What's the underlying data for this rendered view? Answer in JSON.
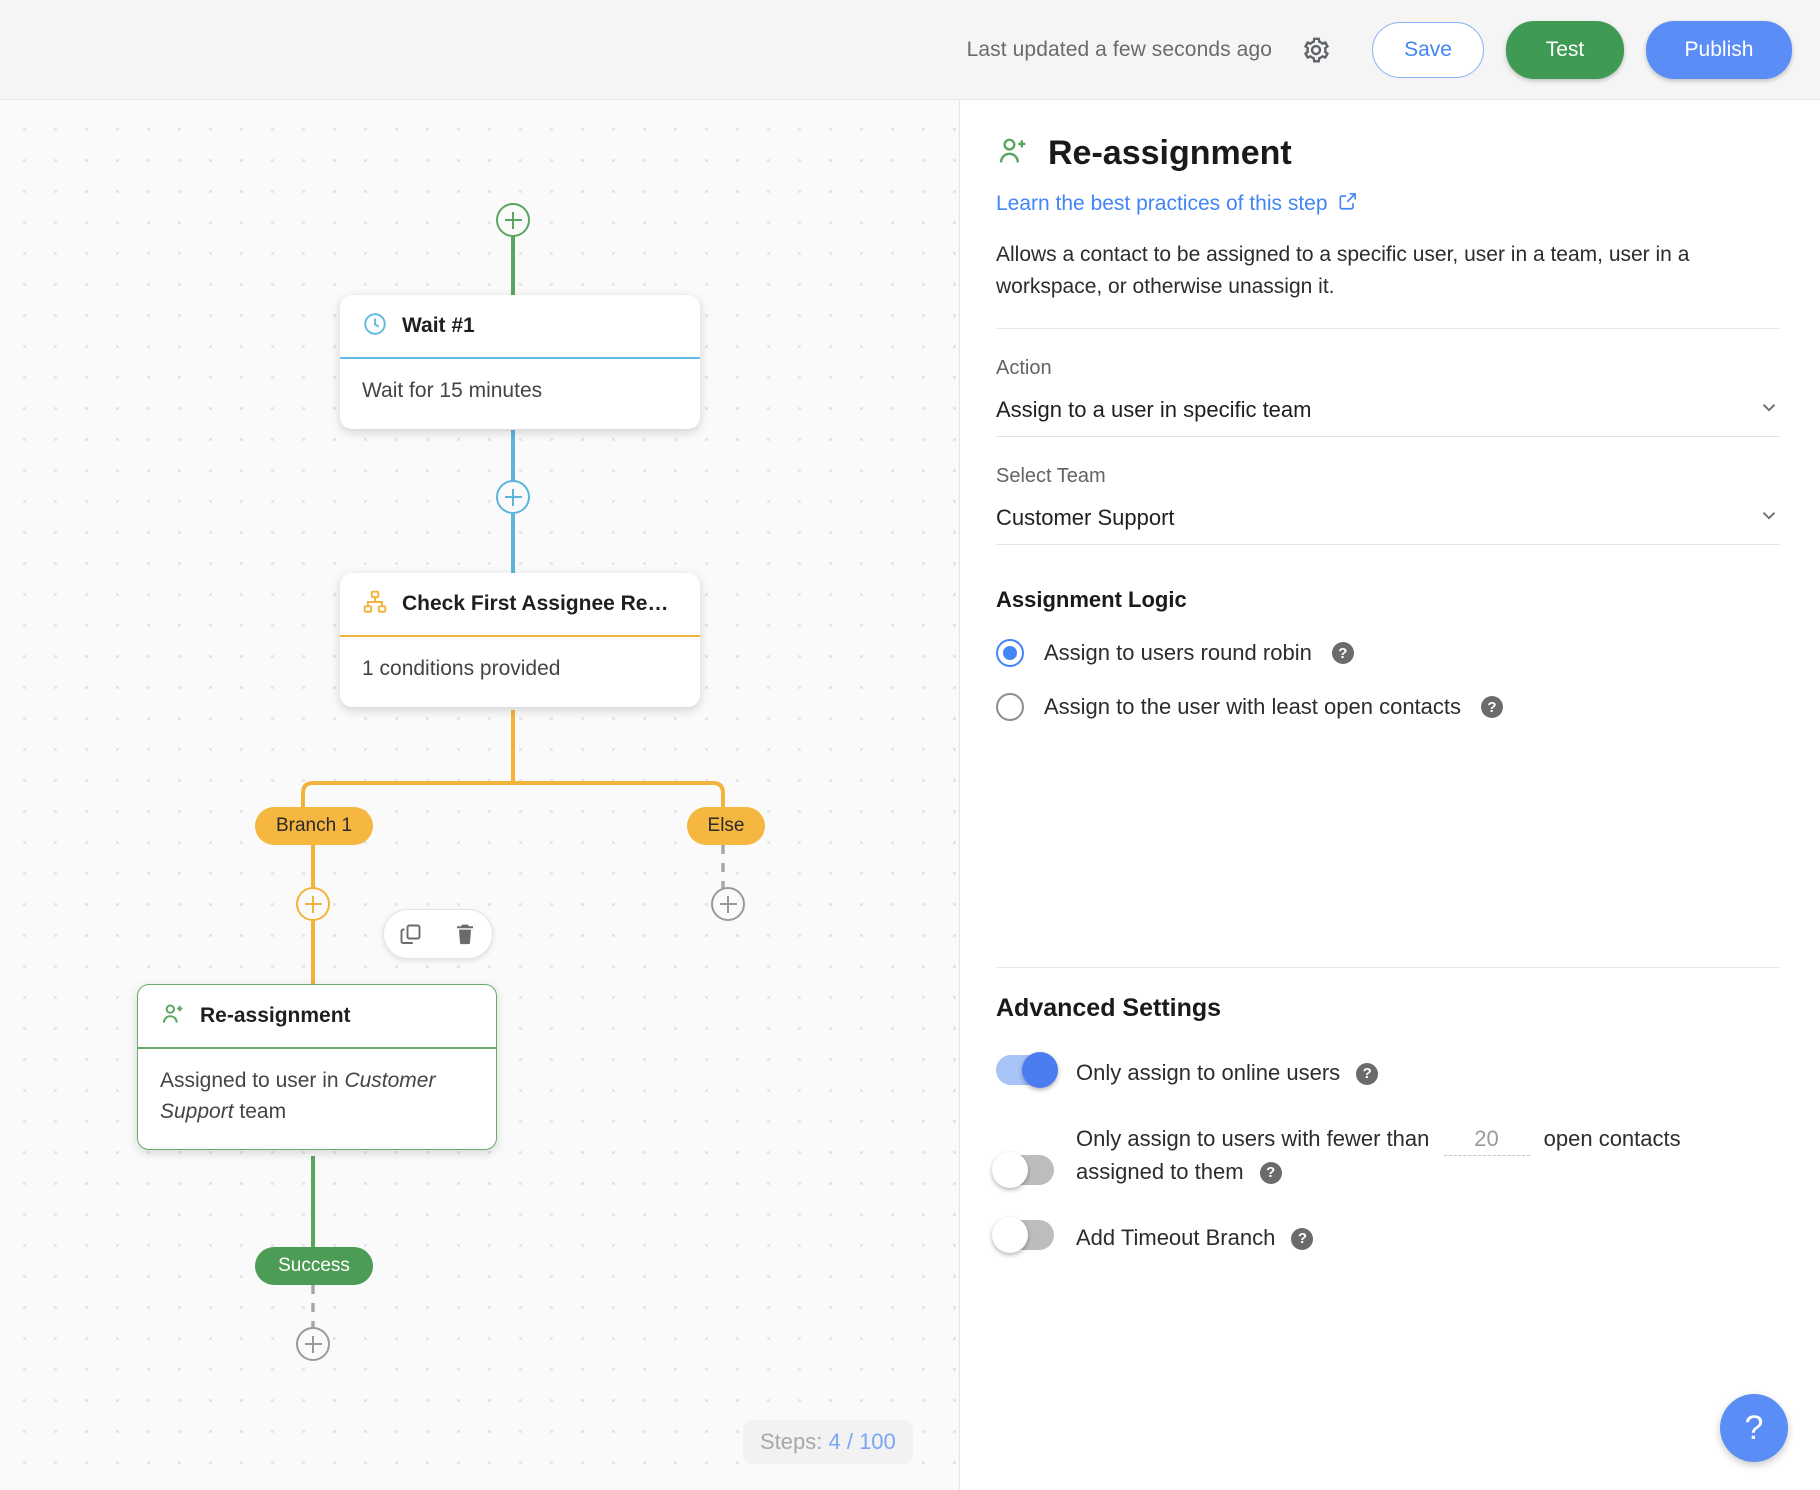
{
  "topbar": {
    "updated_text": "Last updated a few seconds ago",
    "gear_icon": "gear-icon",
    "save_label": "Save",
    "test_label": "Test",
    "publish_label": "Publish",
    "save_color": "#4285f4",
    "test_color": "#3f9a53",
    "publish_color": "#5b8df6"
  },
  "canvas": {
    "steps_label": "Steps:",
    "steps_value": "4 / 100",
    "nodes": [
      {
        "id": "wait",
        "icon": "clock-icon",
        "title": "Wait #1",
        "body": "Wait for 15 minutes",
        "accent": "#62bde0"
      },
      {
        "id": "branch",
        "icon": "hierarchy-icon",
        "title": "Check First Assignee Re…",
        "body": "1 conditions provided",
        "accent": "#f2b33d"
      },
      {
        "id": "reassign",
        "icon": "user-plus-icon",
        "title": "Re-assignment",
        "body_prefix": "Assigned to user in ",
        "body_em": "Customer Support",
        "body_suffix": " team",
        "accent": "#6aab6d"
      }
    ],
    "pills": [
      {
        "id": "branch1",
        "label": "Branch 1",
        "color": "#f5b73f"
      },
      {
        "id": "else",
        "label": "Else",
        "color": "#f5b73f"
      },
      {
        "id": "success",
        "label": "Success",
        "color": "#4d9c56"
      }
    ],
    "toolbar": {
      "copy_icon": "copy-icon",
      "delete_icon": "trash-icon"
    }
  },
  "panel": {
    "icon": "user-plus-icon",
    "title": "Re-assignment",
    "link_text": "Learn the best practices of this step",
    "link_icon": "external-link-icon",
    "description": "Allows a contact to be assigned to a specific user, user in a team, user in a workspace, or otherwise unassign it.",
    "action": {
      "label": "Action",
      "value": "Assign to a user in specific team"
    },
    "team": {
      "label": "Select Team",
      "value": "Customer Support"
    },
    "assignment_logic": {
      "label": "Assignment Logic",
      "options": [
        {
          "label": "Assign to users round robin",
          "checked": true
        },
        {
          "label": "Assign to the user with least open contacts",
          "checked": false
        }
      ]
    },
    "advanced": {
      "title": "Advanced Settings",
      "online_users": {
        "label": "Only assign to online users",
        "on": true
      },
      "fewer_than": {
        "prefix": "Only assign to users with fewer than",
        "value": "20",
        "suffix": "open contacts",
        "line2": "assigned to them",
        "on": false
      },
      "timeout_branch": {
        "label": "Add Timeout Branch",
        "on": false
      }
    },
    "help_fab": "?"
  }
}
